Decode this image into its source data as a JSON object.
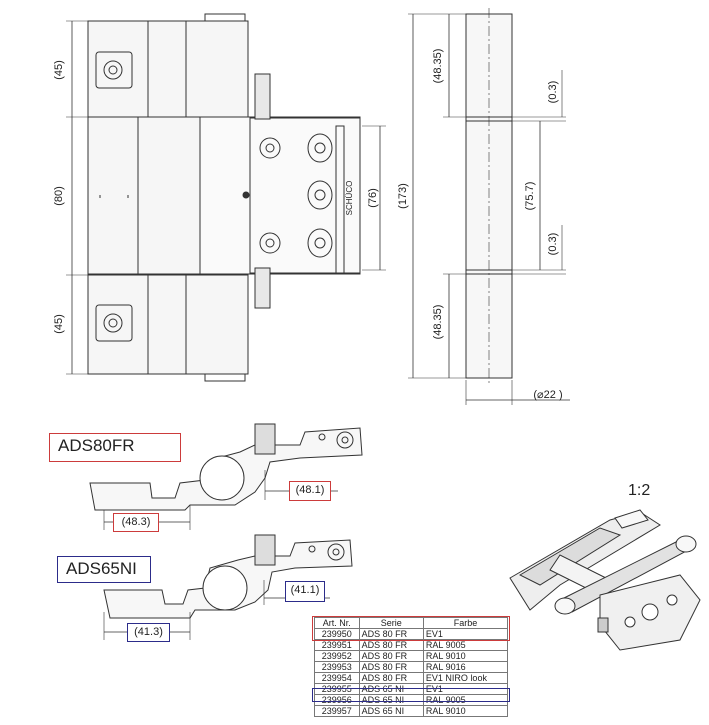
{
  "front_view": {
    "dims": {
      "top": "(45)",
      "middle": "(80)",
      "bottom": "(45)",
      "plate": "(76)"
    },
    "logo_text": "SCHÜCO"
  },
  "side_view": {
    "dims": {
      "top": "(48.35)",
      "gap_top": "(0.3)",
      "middle": "(75.7)",
      "gap_bottom": "(0.3)",
      "bottom": "(48.35)",
      "total": "(173)",
      "diameter": "(⌀22 )"
    }
  },
  "variants": [
    {
      "name": "ADS80FR",
      "dim_a": "(48.1)",
      "dim_b": "(48.3)",
      "color": "#cc3b3b"
    },
    {
      "name": "ADS65NI",
      "dim_a": "(41.1)",
      "dim_b": "(41.3)",
      "color": "#2c2c8a"
    }
  ],
  "scale_label": "1:2",
  "table": {
    "headers": [
      "Art. Nr.",
      "Serie",
      "Farbe"
    ],
    "rows": [
      [
        "239950",
        "ADS 80 FR",
        "EV1"
      ],
      [
        "239951",
        "ADS 80 FR",
        "RAL 9005"
      ],
      [
        "239952",
        "ADS 80 FR",
        "RAL 9010"
      ],
      [
        "239953",
        "ADS 80 FR",
        "RAL 9016"
      ],
      [
        "239954",
        "ADS 80 FR",
        "EV1 NIRO look"
      ],
      [
        "239955",
        "ADS 65 NI",
        "EV1"
      ],
      [
        "239956",
        "ADS 65 NI",
        "RAL 9005"
      ],
      [
        "239957",
        "ADS 65 NI",
        "RAL 9010"
      ]
    ]
  }
}
